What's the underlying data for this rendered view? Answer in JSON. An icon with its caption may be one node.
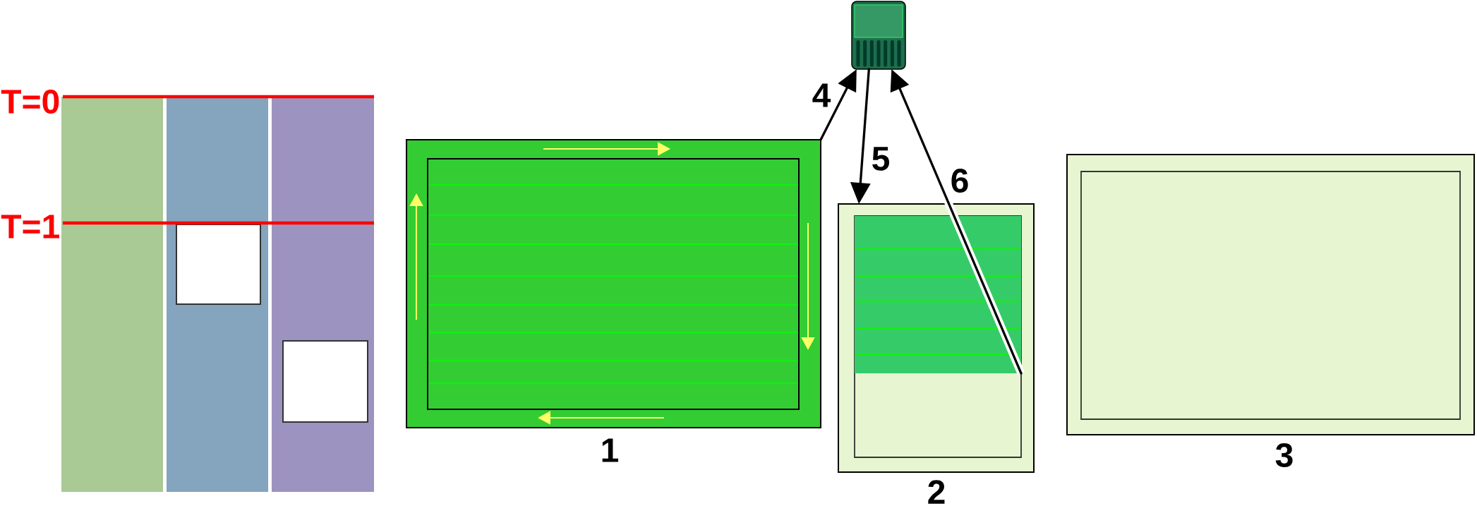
{
  "diagram": {
    "nodes": [
      {
        "text": [
          "1"
        ]
      },
      {
        "text": [],
        "shape": "picture"
      },
      {
        "text": [
          "2"
        ]
      },
      {
        "text": [],
        "shape": "box",
        "in": 2
      },
      {
        "text": [
          "3"
        ]
      }
    ],
    "edges": [
      {
        "from": 0,
        "to": 1,
        "arrow": "to",
        "label": "4"
      },
      {
        "from": 1,
        "to": 2,
        "arrow": "to",
        "label": "5"
      },
      {
        "from": 3,
        "to": 1,
        "arrow": "to",
        "label": "6"
      }
    ],
    "labels": [
      "T=0",
      "T=1"
    ]
  }
}
